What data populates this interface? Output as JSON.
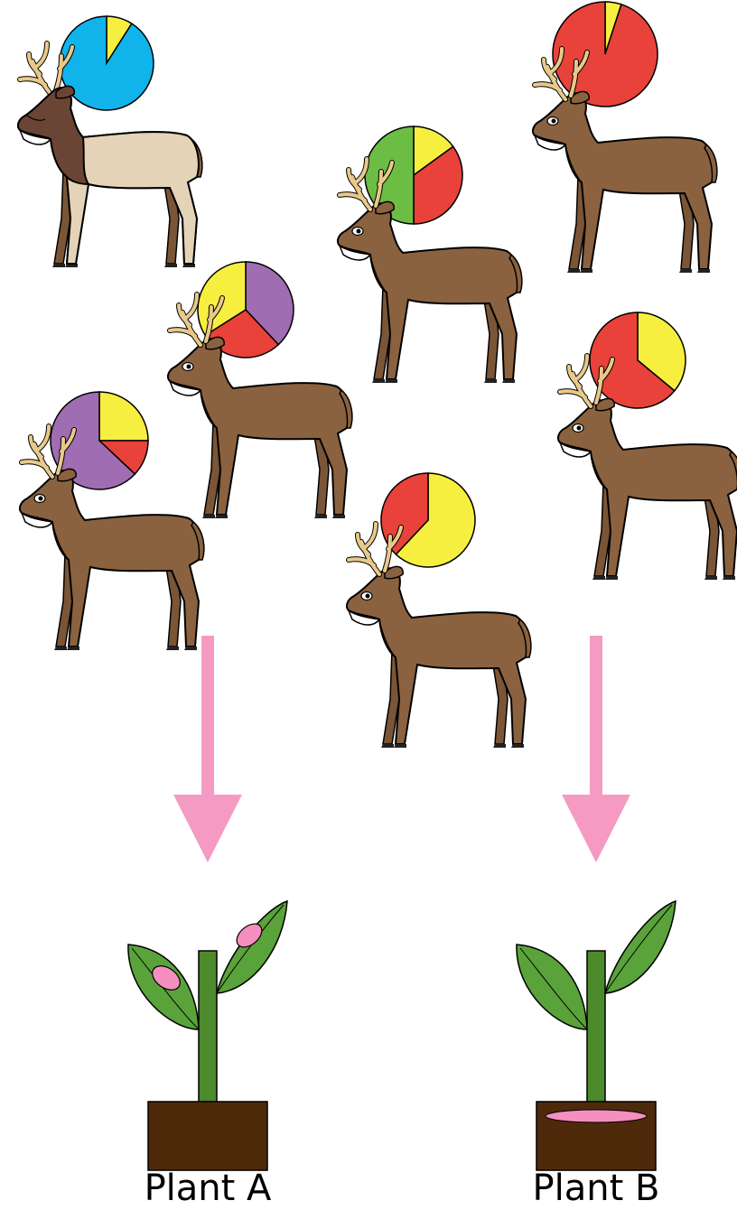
{
  "colors": {
    "background": "#ffffff",
    "deer_body": "#8a6240",
    "elk_body": "#e4d3b6",
    "elk_neck": "#6a4535",
    "antler": "#e8c98a",
    "outline": "#000000",
    "hoof": "#222222",
    "arrow": "#f59ac2",
    "leaf": "#5aa23a",
    "stem": "#4d8a2b",
    "soil": "#4e2a0b",
    "pink_spot": "#f48fc0",
    "pie_yellow": "#f7ef3f",
    "pie_red": "#e8423a",
    "pie_blue": "#10b4ea",
    "pie_green": "#6cbd44",
    "pie_purple": "#a06cb2"
  },
  "animals": [
    {
      "name": "elk",
      "type": "elk",
      "diet": [
        {
          "color": "pie_yellow",
          "fraction": 0.09
        },
        {
          "color": "pie_blue",
          "fraction": 0.91
        }
      ]
    },
    {
      "name": "deer-top-right",
      "type": "deer",
      "diet": [
        {
          "color": "pie_yellow",
          "fraction": 0.05
        },
        {
          "color": "pie_red",
          "fraction": 0.95
        }
      ]
    },
    {
      "name": "deer-center-top",
      "type": "deer",
      "diet": [
        {
          "color": "pie_yellow",
          "fraction": 0.15
        },
        {
          "color": "pie_red",
          "fraction": 0.35
        },
        {
          "color": "pie_green",
          "fraction": 0.5
        }
      ]
    },
    {
      "name": "deer-middle-left",
      "type": "deer",
      "diet": [
        {
          "color": "pie_purple",
          "fraction": 0.38
        },
        {
          "color": "pie_red",
          "fraction": 0.28
        },
        {
          "color": "pie_yellow",
          "fraction": 0.34
        }
      ]
    },
    {
      "name": "deer-middle-right",
      "type": "deer",
      "diet": [
        {
          "color": "pie_yellow",
          "fraction": 0.36
        },
        {
          "color": "pie_red",
          "fraction": 0.64
        }
      ]
    },
    {
      "name": "deer-left",
      "type": "deer",
      "diet": [
        {
          "color": "pie_yellow",
          "fraction": 0.25
        },
        {
          "color": "pie_red",
          "fraction": 0.12
        },
        {
          "color": "pie_purple",
          "fraction": 0.63
        }
      ]
    },
    {
      "name": "deer-center-bottom",
      "type": "deer",
      "diet": [
        {
          "color": "pie_yellow",
          "fraction": 0.62
        },
        {
          "color": "pie_red",
          "fraction": 0.38
        }
      ]
    }
  ],
  "plants": [
    {
      "name": "plant-a",
      "label": "Plant A",
      "spots_on_leaves": true,
      "spot_on_soil": false
    },
    {
      "name": "plant-b",
      "label": "Plant B",
      "spots_on_leaves": false,
      "spot_on_soil": true
    }
  ]
}
